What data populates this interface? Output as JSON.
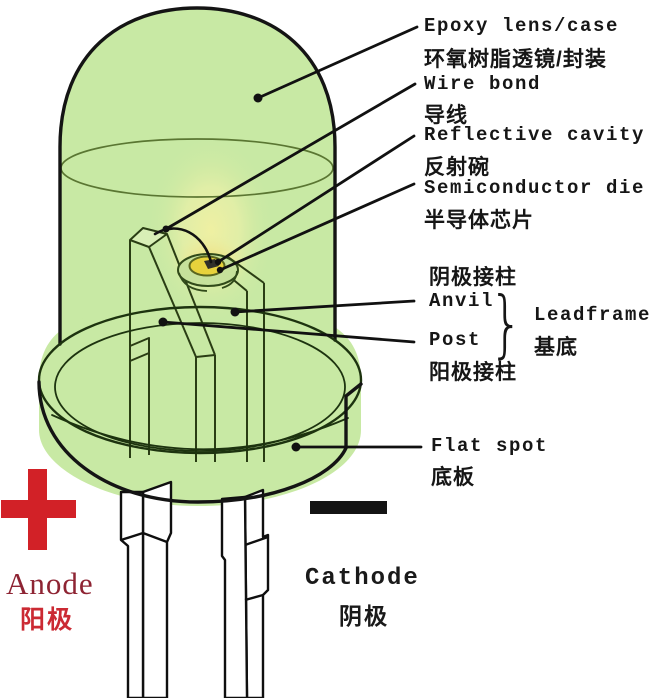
{
  "callouts": {
    "epoxy_lens": {
      "en": "Epoxy lens/case",
      "zh": "环氧树脂透镜/封装"
    },
    "wire_bond": {
      "en": "Wire bond",
      "zh": "导线"
    },
    "reflective_cavity": {
      "en": "Reflective cavity",
      "zh": "反射碗"
    },
    "semiconductor_die": {
      "en": "Semiconductor die",
      "zh": "半导体芯片"
    },
    "anvil": {
      "en": "Anvil",
      "zh": "阴极接柱"
    },
    "post": {
      "en": "Post",
      "zh": "阳极接柱"
    },
    "leadframe": {
      "en": "Leadframe",
      "zh": "基底",
      "brace": "}"
    },
    "flat_spot": {
      "en": "Flat spot",
      "zh": "底板"
    }
  },
  "terminals": {
    "anode": {
      "en": "Anode",
      "zh": "阳极",
      "symbol": "+"
    },
    "cathode": {
      "en": "Cathode",
      "zh": "阴极",
      "symbol": "−"
    }
  },
  "colors": {
    "epoxy_green": "#c8e9a4",
    "glow_yellow": "#eff3b2",
    "cup_yellow": "#e7d23c",
    "outline_black": "#141414",
    "plus_red": "#d22127",
    "anode_text_red": "#8e2433",
    "anode_zh_red": "#cb2a33"
  }
}
